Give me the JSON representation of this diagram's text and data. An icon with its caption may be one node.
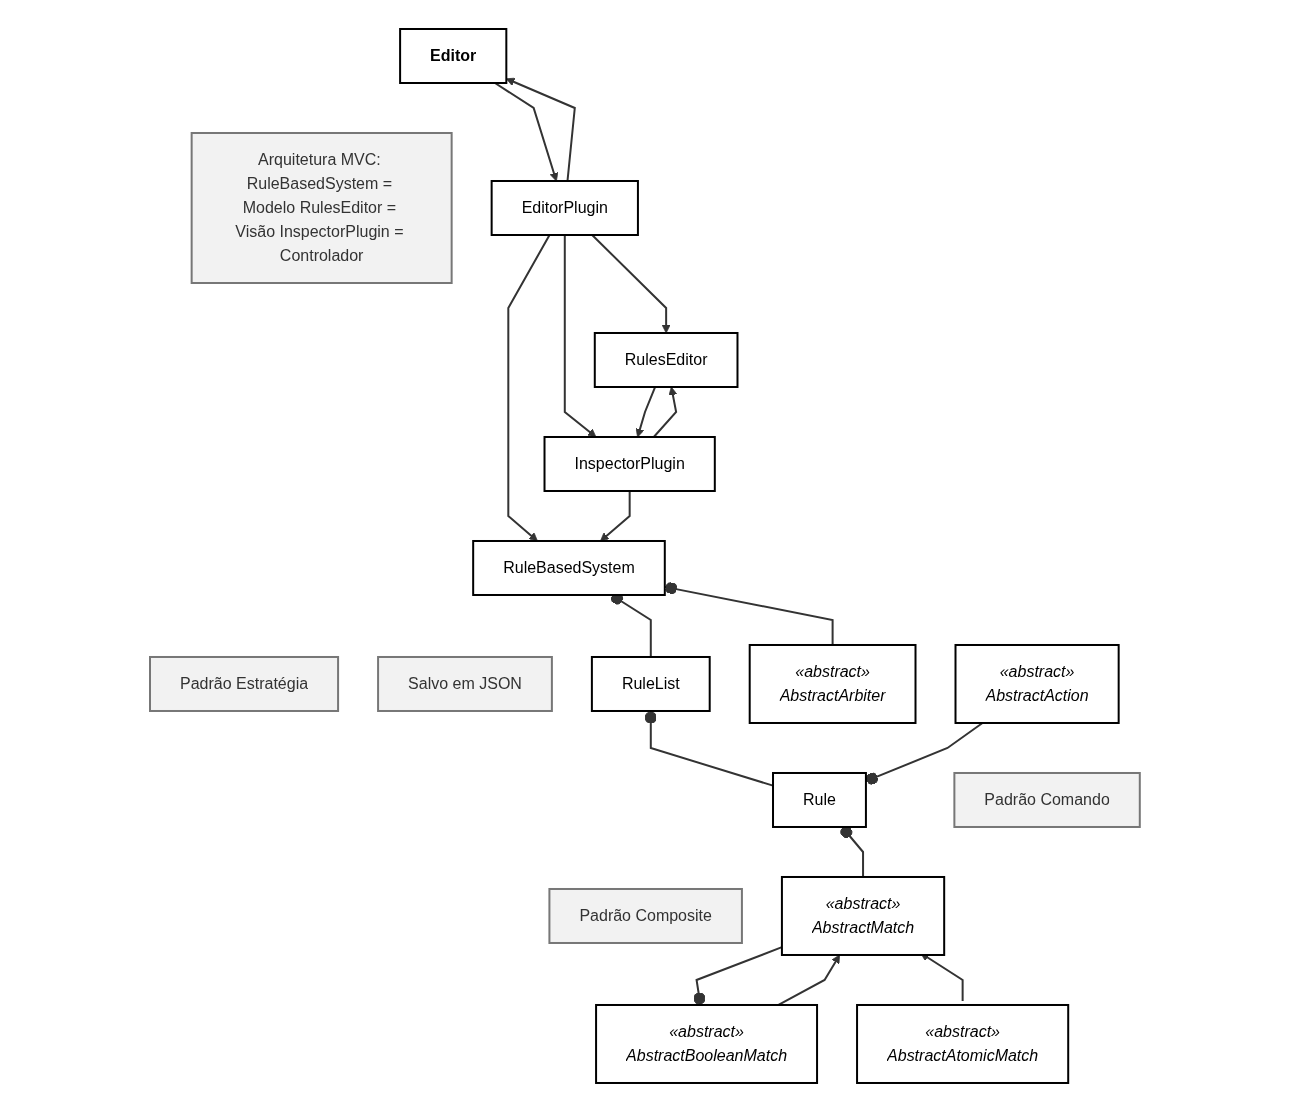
{
  "diagram": {
    "nodes": [
      {
        "text": [
          "Editor"
        ]
      },
      {
        "text": [
          "Arquitetura MVC: RuleBasedSystem = Modelo RulesEditor = Visão InspectorPlugin = Controlador"
        ]
      },
      {
        "text": [
          "EditorPlugin"
        ]
      },
      {
        "text": [
          "RulesEditor"
        ]
      },
      {
        "text": [
          "InspectorPlugin"
        ]
      },
      {
        "text": [
          "RuleBasedSystem"
        ]
      },
      {
        "text": [
          "Padrão Estratégia"
        ]
      },
      {
        "text": [
          "Salvo em JSON"
        ]
      },
      {
        "text": [
          "RuleList"
        ]
      },
      {
        "text": [
          "«abstract»",
          "AbstractArbiter"
        ]
      },
      {
        "text": [
          "«abstract»",
          "AbstractAction"
        ]
      },
      {
        "text": [
          "Rule"
        ]
      },
      {
        "text": [
          "Padrão Comando"
        ]
      },
      {
        "text": [
          "Padrão Composite"
        ]
      },
      {
        "text": [
          "«abstract»",
          "AbstractMatch"
        ]
      },
      {
        "text": [
          "«abstract»",
          "AbstractBooleanMatch"
        ]
      },
      {
        "text": [
          "«abstract»",
          "AbstractAtomicMatch"
        ]
      }
    ],
    "edges": [
      {
        "from": 2,
        "to": 0,
        "arrow": "to"
      },
      {
        "from": 0,
        "to": 2,
        "arrow": "to"
      },
      {
        "from": 2,
        "to": 3,
        "arrow": "to"
      },
      {
        "from": 2,
        "to": 4,
        "arrow": "to"
      },
      {
        "from": 2,
        "to": 5,
        "arrow": "to"
      },
      {
        "from": 3,
        "to": 4,
        "arrow": "to"
      },
      {
        "from": 4,
        "to": 3,
        "arrow": "to"
      },
      {
        "from": 4,
        "to": 5,
        "arrow": "to"
      },
      {
        "from": 8,
        "to": 5,
        "arrow": "other"
      },
      {
        "from": 9,
        "to": 5,
        "arrow": "other"
      },
      {
        "from": 11,
        "to": 8,
        "arrow": "other"
      },
      {
        "from": 10,
        "to": 11,
        "arrow": "other"
      },
      {
        "from": 14,
        "to": 11,
        "arrow": "other"
      },
      {
        "from": 14,
        "to": 15,
        "arrow": "other"
      },
      {
        "from": 15,
        "to": 14,
        "arrow": "to"
      },
      {
        "from": 16,
        "to": 14,
        "arrow": "to"
      }
    ]
  }
}
